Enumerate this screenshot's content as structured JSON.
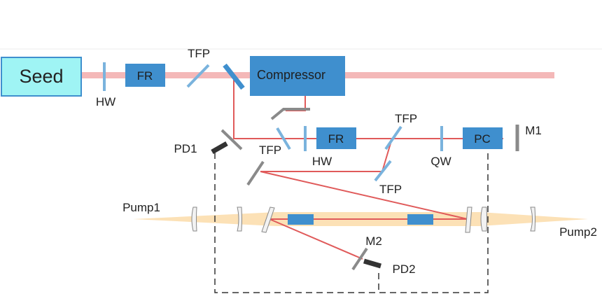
{
  "diagram": {
    "labels": {
      "seed": "Seed",
      "compressor": "Compressor",
      "fr_top": "FR",
      "fr_mid": "FR",
      "pc": "PC",
      "hw_top": "HW",
      "hw_mid": "HW",
      "qw": "QW",
      "tfp_top": "TFP",
      "tfp_right_upper": "TFP",
      "tfp_left": "TFP",
      "tfp_right_lower": "TFP",
      "pd1": "PD1",
      "pd2": "PD2",
      "m1": "M1",
      "m2": "M2",
      "pump1": "Pump1",
      "pump2": "Pump2"
    },
    "colors": {
      "beam": "#e05a5a",
      "seed_beam": "#f4b8b8",
      "component": "#3f8fce",
      "optic": "#7ab3dd",
      "seed_fill": "#9ff4f4",
      "pump": "#fbdca9",
      "mirror": "#8a8a8a",
      "detector": "#333333"
    }
  }
}
